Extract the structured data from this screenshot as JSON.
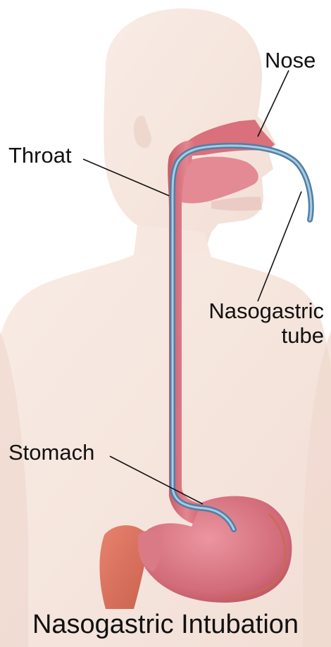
{
  "labels": {
    "nose": "Nose",
    "throat": "Throat",
    "tube_line1": "Nasogastric",
    "tube_line2": "tube",
    "stomach": "Stomach"
  },
  "caption": "Nasogastric Intubation",
  "colors": {
    "body_silhouette": "#f6e6dd",
    "tissue": "#d66a76",
    "tissue_dark": "#b8505c",
    "tube": "#5f8fb5",
    "tube_highlight": "#a9cbe2",
    "text": "#111111"
  }
}
